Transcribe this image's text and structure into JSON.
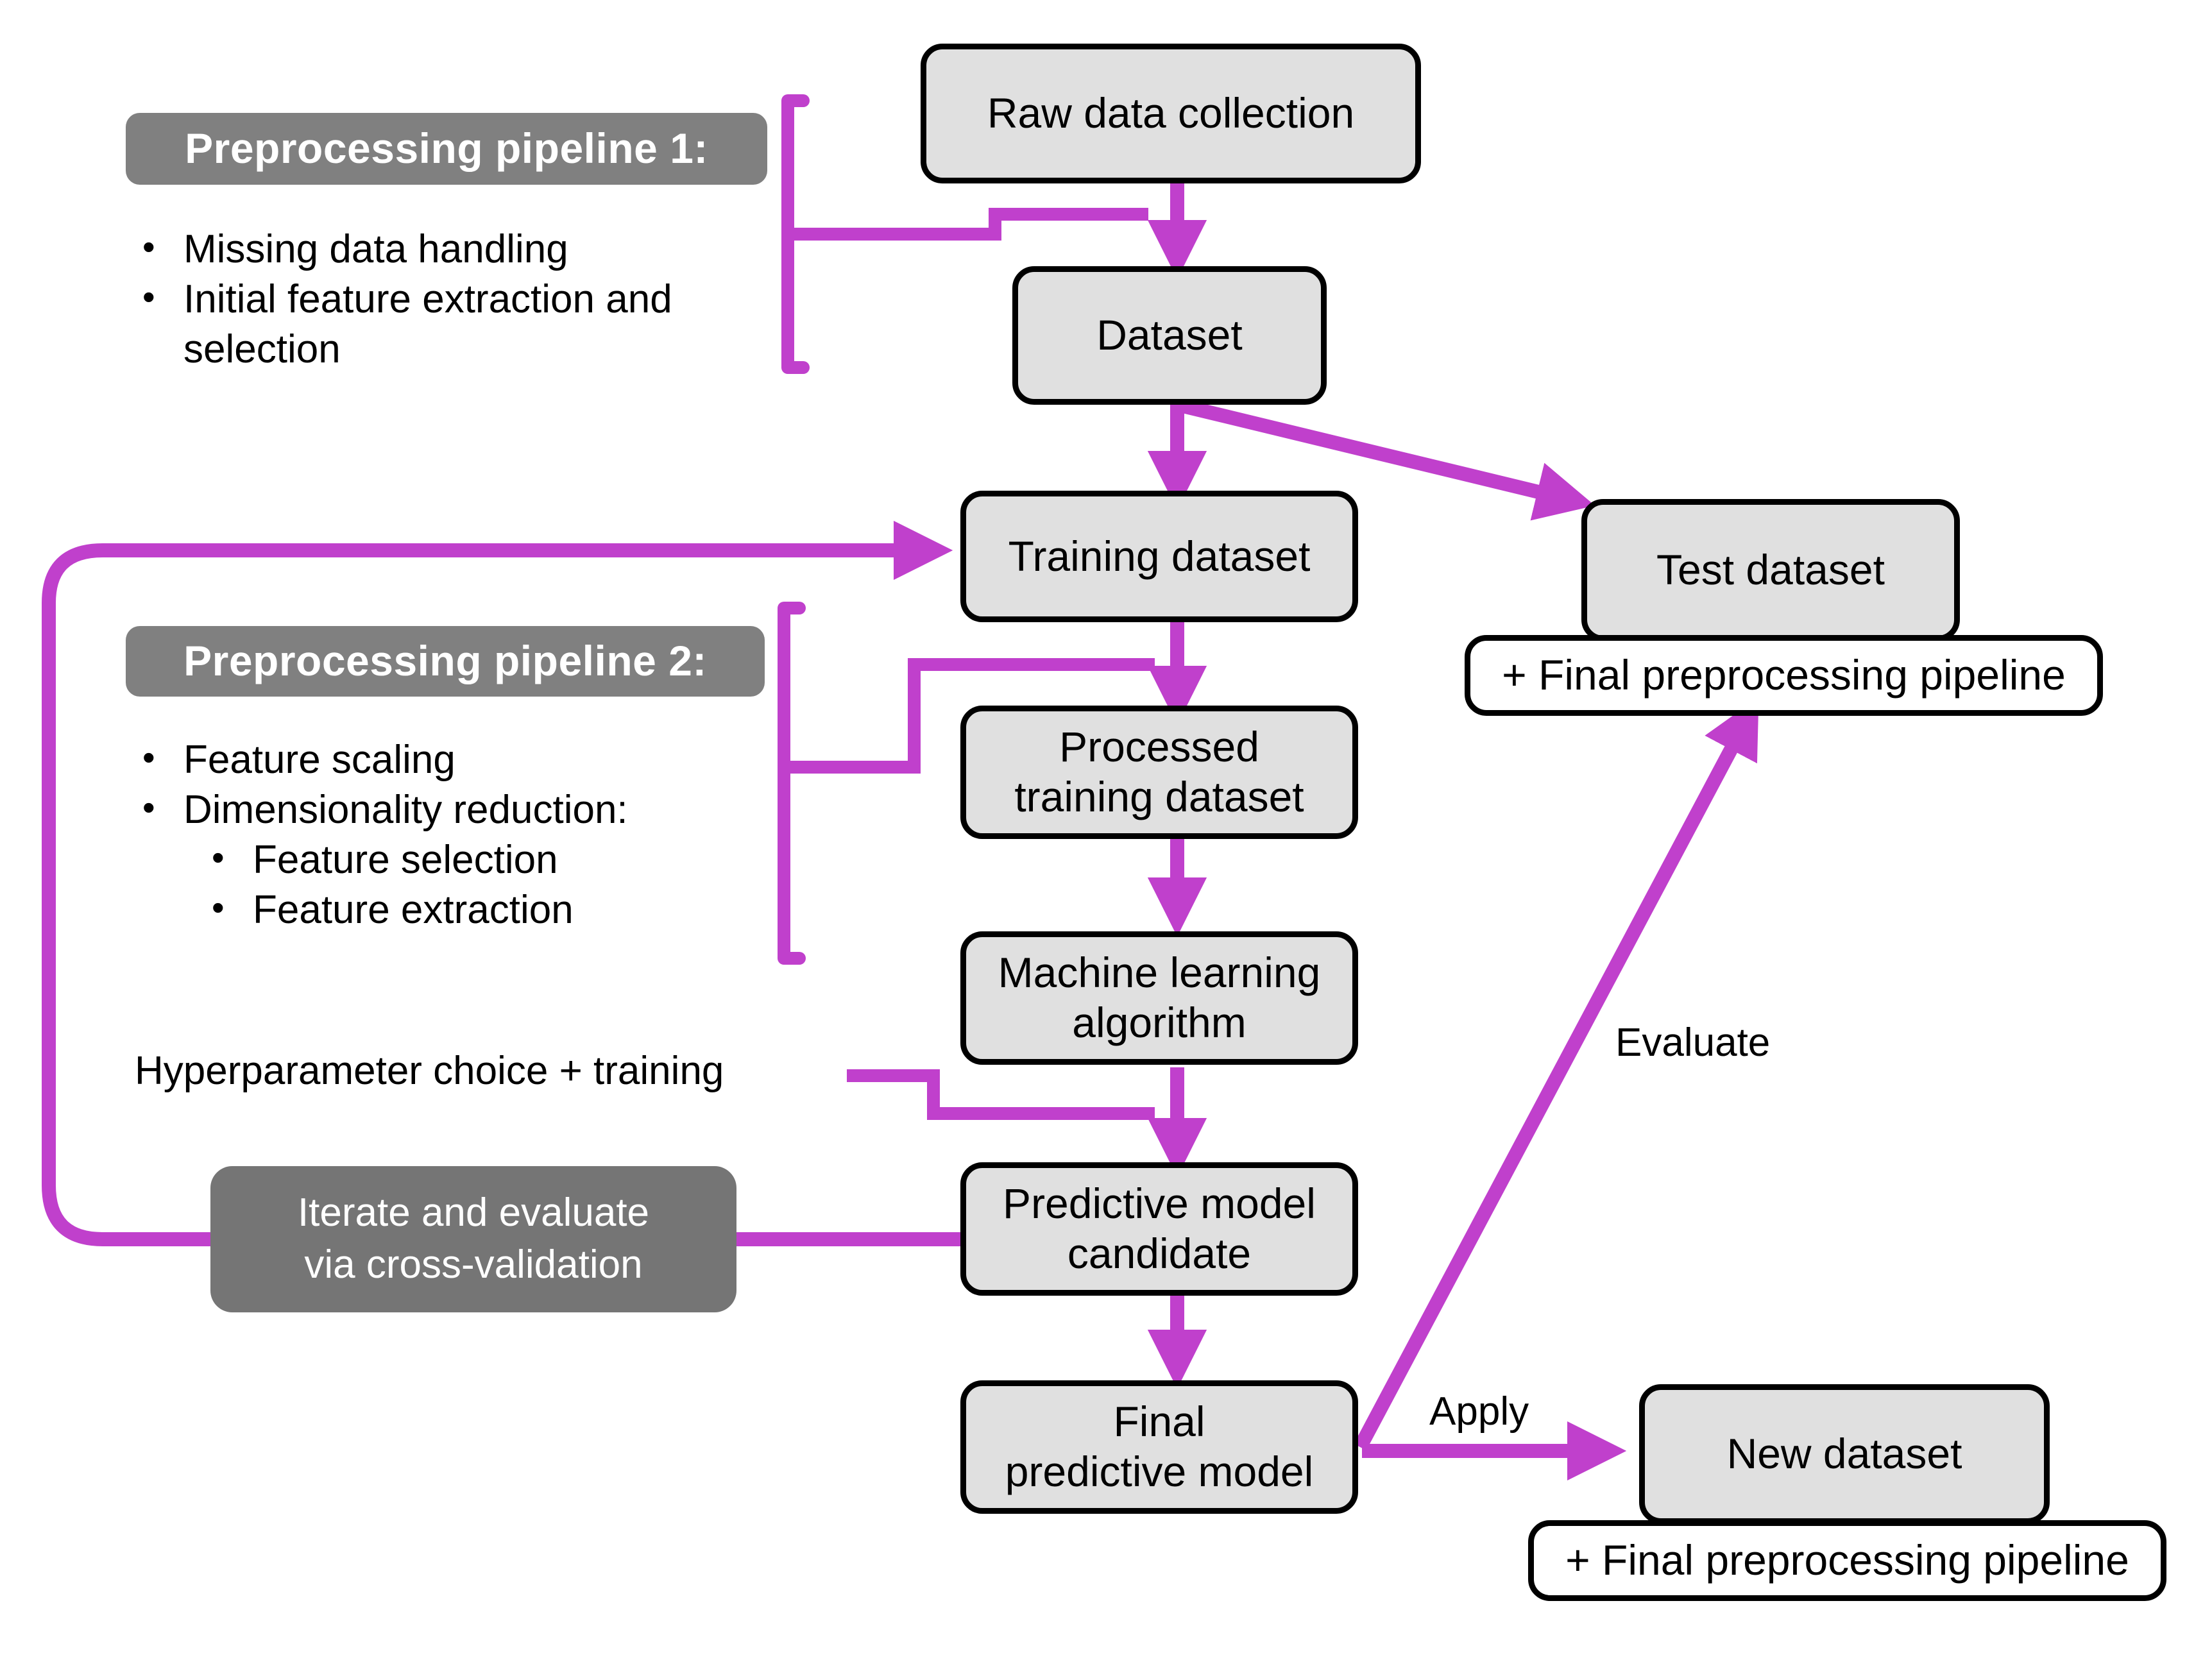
{
  "diagram": {
    "title": "Machine learning predictive modeling workflow",
    "accent_color": "#c040cc",
    "box_fill_color": "#e0e0e0",
    "header_chip_color": "#808080",
    "dark_box_color": "#757575"
  },
  "panels": {
    "pipeline1": {
      "header": "Preprocessing  pipeline 1:",
      "bullets": [
        {
          "text": "Missing data handling",
          "level": 1
        },
        {
          "text": "Initial feature extraction and selection",
          "level": 1
        }
      ]
    },
    "pipeline2": {
      "header": "Preprocessing pipeline 2:",
      "bullets": [
        {
          "text": "Feature scaling",
          "level": 1
        },
        {
          "text": "Dimensionality reduction:",
          "level": 1
        },
        {
          "text": "Feature selection",
          "level": 2
        },
        {
          "text": "Feature extraction",
          "level": 2
        }
      ]
    },
    "hyperparameter_note": "Hyperparameter choice + training",
    "iterate_box": {
      "line1": "Iterate and evaluate",
      "line2": "via cross-validation"
    }
  },
  "nodes": {
    "raw_data_collection": "Raw data collection",
    "dataset": "Dataset",
    "training_dataset": "Training dataset",
    "test_dataset": "Test dataset",
    "test_dataset_sub": "+ Final preprocessing pipeline",
    "processed_training_dataset_line1": "Processed",
    "processed_training_dataset_line2": "training dataset",
    "machine_learning_algorithm_line1": "Machine learning",
    "machine_learning_algorithm_line2": "algorithm",
    "predictive_model_candidate_line1": "Predictive model",
    "predictive_model_candidate_line2": "candidate",
    "final_predictive_model_line1": "Final",
    "final_predictive_model_line2": "predictive model",
    "new_dataset": "New dataset",
    "new_dataset_sub": "+ Final preprocessing pipeline"
  },
  "edge_labels": {
    "evaluate": "Evaluate",
    "apply": "Apply"
  }
}
